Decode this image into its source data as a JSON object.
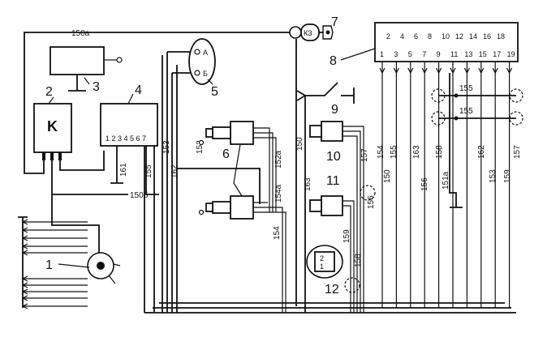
{
  "callouts": {
    "c1": "1",
    "c2": "2",
    "c3": "3",
    "c4": "4",
    "c5": "5",
    "c6": "6",
    "c7": "7",
    "c8": "8",
    "c9": "9",
    "c10": "10",
    "c11": "11",
    "c12": "12"
  },
  "wires": {
    "w150a": "150a",
    "w150b": "150б",
    "w161": "161",
    "w155": "155",
    "w162": "162",
    "w153": "153",
    "w152": "152",
    "w152a": "152a",
    "w154a": "154a",
    "w154": "154",
    "w150": "150",
    "w163": "163",
    "w157": "157",
    "w156": "156",
    "w159": "159",
    "w158": "158",
    "w151a": "151a",
    "w155r1": "155",
    "w155r2": "155",
    "rb154": "154",
    "rb150": "150",
    "rb155": "155",
    "rb163": "163",
    "rb156": "156",
    "rb158": "158",
    "rb162": "162",
    "rb153": "153",
    "rb159": "159",
    "rb157": "157"
  },
  "block4_pins": "1 2 3 4 5 6 7",
  "block2_letter": "K",
  "switch5": {
    "a": "A",
    "b": "Б"
  },
  "fuse7_label": "КЗ",
  "block8_top_pins": [
    "2",
    "4",
    "6",
    "8",
    "10",
    "12",
    "14",
    "16",
    "18"
  ],
  "block8_bottom_pins": [
    "1",
    "3",
    "5",
    "7",
    "9",
    "11",
    "13",
    "15",
    "17",
    "19"
  ],
  "block12_pins": {
    "p1": "1",
    "p2": "2"
  }
}
